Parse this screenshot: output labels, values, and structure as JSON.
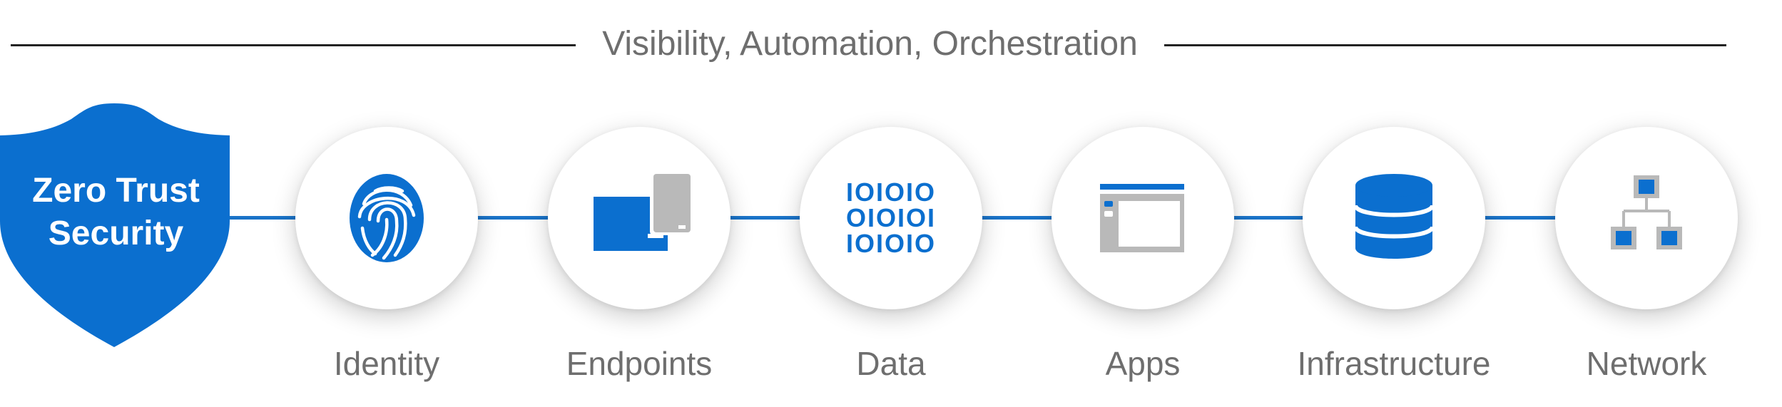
{
  "banner": {
    "text": "Visibility, Automation, Orchestration"
  },
  "shield": {
    "line1": "Zero Trust",
    "line2": "Security"
  },
  "pillars": [
    {
      "label": "Identity",
      "icon": "fingerprint-icon"
    },
    {
      "label": "Endpoints",
      "icon": "devices-icon"
    },
    {
      "label": "Data",
      "icon": "binary-data-icon"
    },
    {
      "label": "Apps",
      "icon": "app-window-icon"
    },
    {
      "label": "Infrastructure",
      "icon": "database-icon"
    },
    {
      "label": "Network",
      "icon": "network-topology-icon"
    }
  ],
  "data_icon_rows": [
    "IOIOIO",
    "OIOIOI",
    "IOIOIO"
  ],
  "colors": {
    "accent": "#0b6fcf",
    "connector": "#1a73c8",
    "label": "#6e6e6e",
    "banner_line": "#222222",
    "icon_gray": "#b9b9b9"
  }
}
